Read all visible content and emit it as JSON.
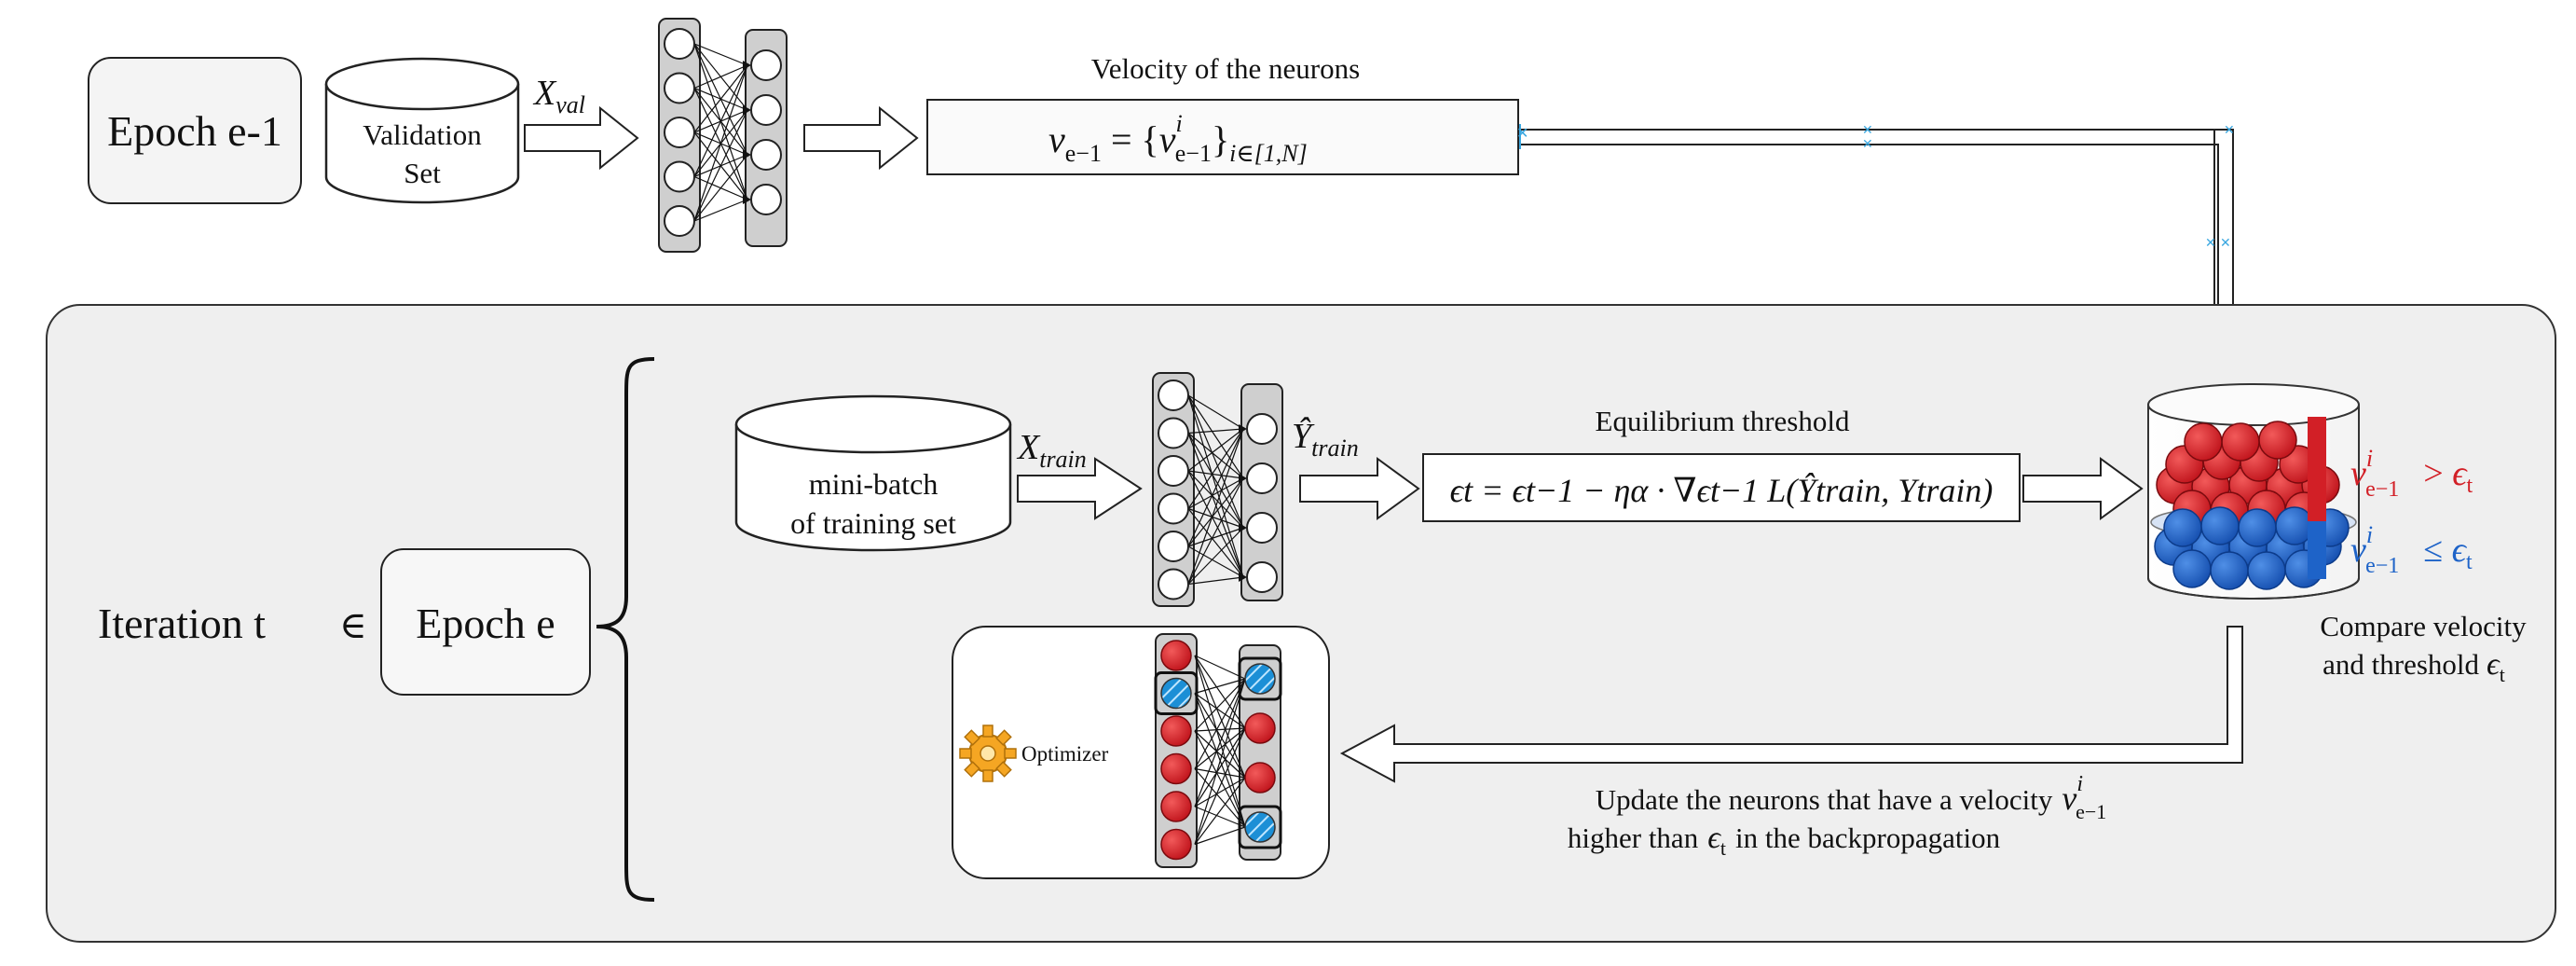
{
  "top": {
    "epoch_label": "Epoch e-1",
    "validation_set_line1": "Validation",
    "validation_set_line2": "Set",
    "input_label": {
      "base": "X",
      "sub": "val"
    },
    "velocity_title": "Velocity of the neurons",
    "velocity_formula": {
      "lhs_base": "v",
      "lhs_sub": "e−1",
      "equals": " = {",
      "term_base": "v",
      "term_sup": "i",
      "term_sub": "e−1",
      "close": "}",
      "index": "i∈[1,N]"
    }
  },
  "bottom": {
    "iteration_label": "Iteration t",
    "element_of": "∈",
    "epoch_label": "Epoch e",
    "minibatch_line1": "mini-batch",
    "minibatch_line2": "of training set",
    "input_label": {
      "base": "X",
      "sub": "train"
    },
    "output_label": {
      "base": "Ŷ",
      "sub": "train"
    },
    "threshold_title": "Equilibrium threshold",
    "threshold_formula": "ϵt = ϵt−1 − ηα · ∇ϵt−1 L(Ŷtrain, Ytrain)",
    "optimizer_label": "Optimizer",
    "compare_line1": "Compare velocity",
    "compare_line2": "and threshold",
    "compare_symbol": {
      "base": "ϵ",
      "sub": "t"
    },
    "legend_red": {
      "base": "v",
      "sup": "i",
      "sub": "e−1",
      "rel": "> ",
      "rhs_base": "ϵ",
      "rhs_sub": "t"
    },
    "legend_blue": {
      "base": "v",
      "sup": "i",
      "sub": "e−1",
      "rel": "≤ ",
      "rhs_base": "ϵ",
      "rhs_sub": "t"
    },
    "update_line1": "Update the neurons that have a velocity",
    "update_var": {
      "base": "v",
      "sup": "i",
      "sub": "e−1"
    },
    "update_line2_a": "higher than",
    "update_line2_var": {
      "base": "ϵ",
      "sub": "t"
    },
    "update_line2_b": "in the backpropagation"
  },
  "colors": {
    "panel_fill": "#efefef",
    "red_neuron": "#d21f26",
    "blue_neuron": "#1e63c8",
    "connector_blue": "#3aa7e0"
  },
  "icons": {
    "optimizer": "gear-icon",
    "decision_stack": "cylinder-icon"
  }
}
